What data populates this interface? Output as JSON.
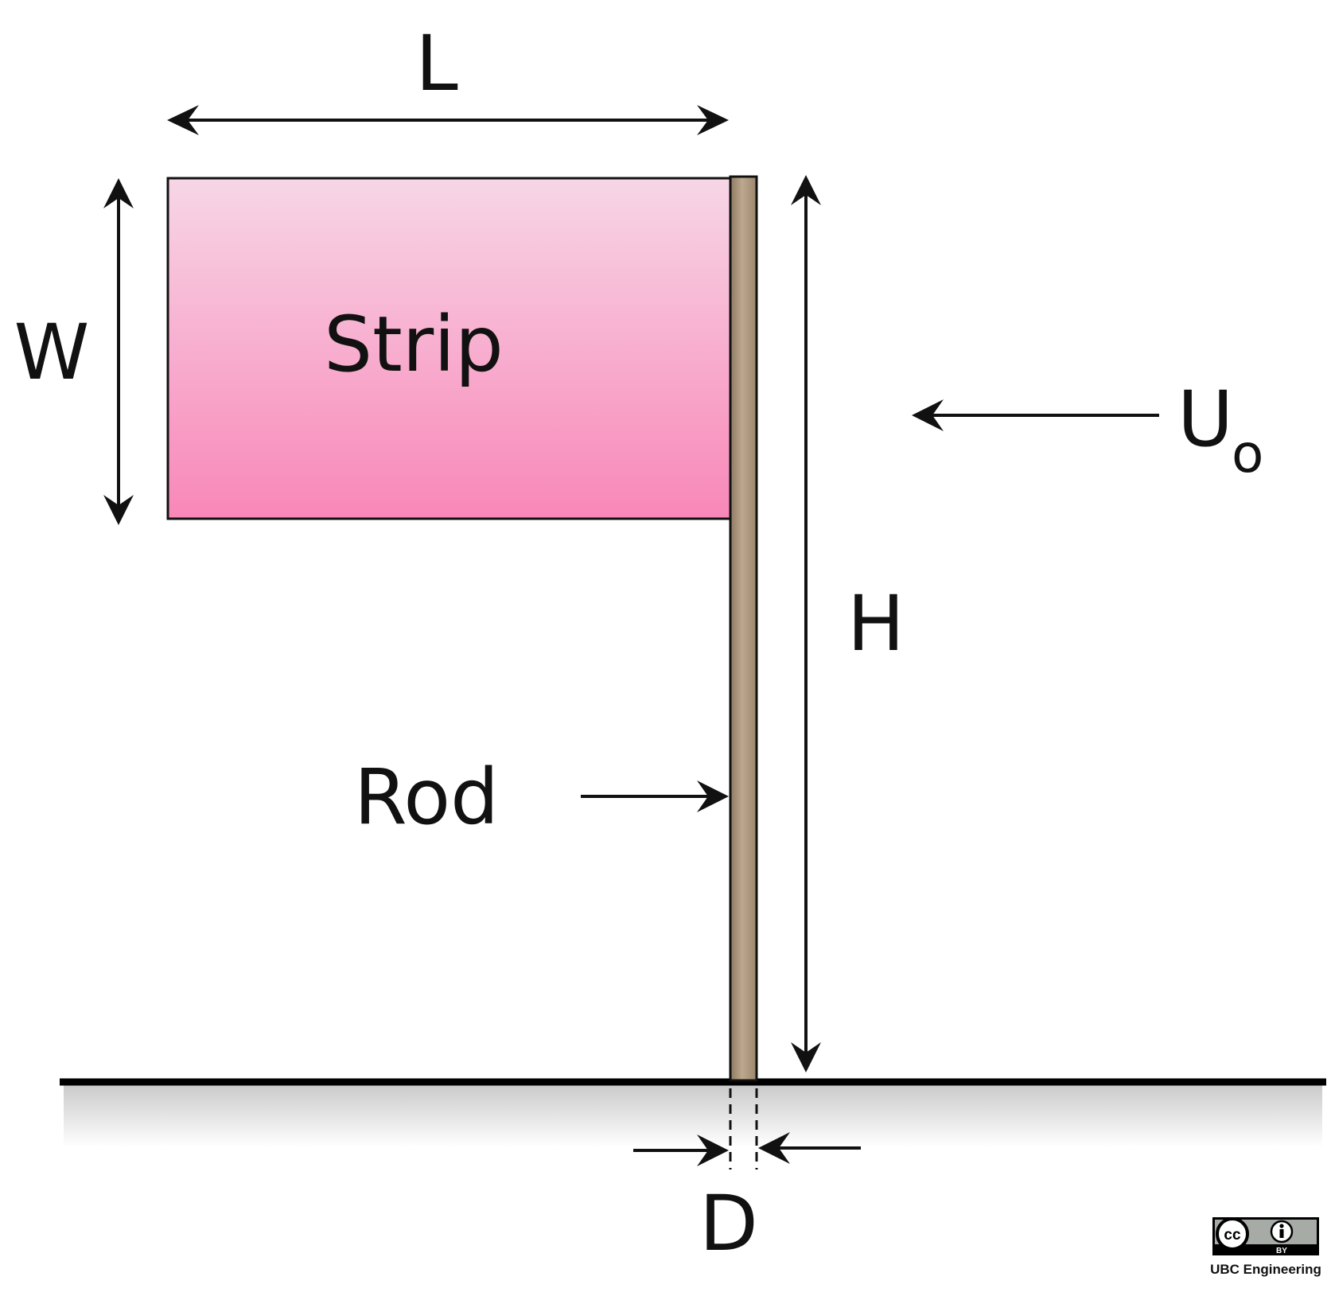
{
  "labels": {
    "length": "L",
    "width": "W",
    "strip": "Strip",
    "velocity_main": "U",
    "velocity_sub": "o",
    "height": "H",
    "rod": "Rod",
    "diameter": "D"
  },
  "license": {
    "cc": "cc",
    "by": "BY",
    "credit": "UBC Engineering"
  },
  "colors": {
    "strip_top": "#f7d6e6",
    "strip_bottom": "#f887b8",
    "rod_dark": "#8e7a62",
    "rod_light": "#bca88e",
    "ground": "#000000",
    "ground_shade": "#c8c8c8",
    "line": "#111111",
    "badge_gray": "#a6aca5"
  },
  "icons": [
    "cc-icon",
    "person-icon"
  ]
}
